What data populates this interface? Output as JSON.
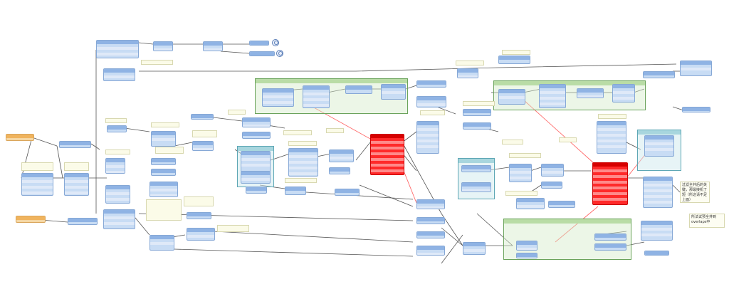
{
  "workspace": {
    "background": "#ffffff",
    "colors": {
      "transformer": "#c8dcf4",
      "transformer_header": "#8fb3e4",
      "selected": "#ff2a2a",
      "source": "#f6d7a3",
      "bookmark_green": "#d4eaca",
      "bookmark_blue": "#d0e9ee",
      "link": "#555555",
      "link_highlight": "#ff6b6b"
    }
  },
  "annotations": {
    "right_note_1": "过滤全并后的关键，那最接机了短（所这请不足上面）",
    "right_note_2": "所法试预全并到overlaps中"
  },
  "bookmarks": [
    {
      "id": "g1",
      "icon": "bookmark-icon"
    },
    {
      "id": "g2",
      "icon": "bookmark-icon"
    },
    {
      "id": "g3",
      "icon": "bookmark-icon"
    },
    {
      "id": "g4",
      "icon": "bookmark-icon"
    },
    {
      "id": "g5",
      "icon": "bookmark-icon"
    },
    {
      "id": "g6",
      "icon": "bookmark-icon"
    }
  ]
}
